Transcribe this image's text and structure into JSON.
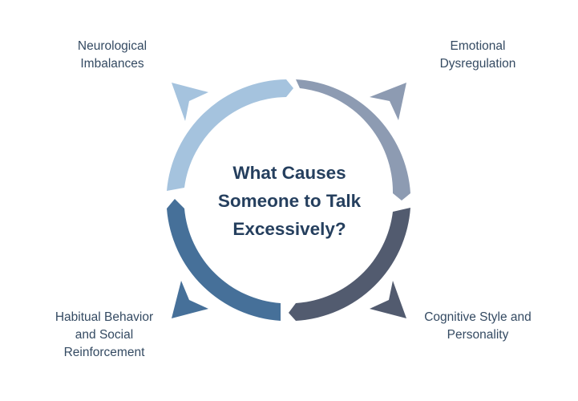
{
  "title": {
    "lines": [
      "What Causes",
      "Someone to Talk",
      "Excessively?"
    ]
  },
  "segments": [
    {
      "key": "neurological",
      "lines": [
        "Neurological",
        "Imbalances"
      ],
      "color": "#a5c3de"
    },
    {
      "key": "emotional",
      "lines": [
        "Emotional",
        "Dysregulation"
      ],
      "color": "#8d9bb2"
    },
    {
      "key": "cognitive",
      "lines": [
        "Cognitive Style and",
        "Personality"
      ],
      "color": "#525b6f"
    },
    {
      "key": "habitual",
      "lines": [
        "Habitual Behavior",
        "and Social",
        "Reinforcement"
      ],
      "color": "#467099"
    }
  ]
}
